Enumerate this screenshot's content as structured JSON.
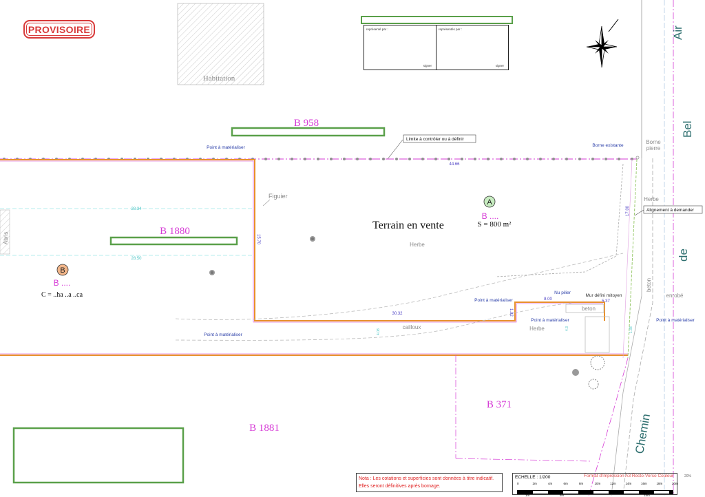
{
  "stamp": {
    "label": "PROVISOIRE"
  },
  "signature": {
    "left_label": "représenté par :",
    "left_sign": "signer",
    "right_label": "représentés par :",
    "right_sign": "signer"
  },
  "parcels": {
    "b958": "B 958",
    "b1880": "B 1880",
    "b1881": "B 1881",
    "b371": "B 371"
  },
  "lot_a": {
    "marker": "A",
    "name": "B ....",
    "title": "Terrain en vente",
    "surface": "S = 800 m²"
  },
  "lot_b": {
    "marker": "B",
    "name": "B ....",
    "surface": "C = ..ha ..a ..ca"
  },
  "labels": {
    "habitation": "Habitation",
    "figuier": "Figuier",
    "herbe_main": "Herbe",
    "herbe_right": "Herbe",
    "herbe_bottom": "Herbe",
    "cailloux": "cailloux",
    "beton_right": "beton",
    "beton_mid": "beton",
    "enrobe": "enrobé",
    "abris": "Abris",
    "borne_pierre": "Borne\npierre",
    "limite": "Limite à contrôler ou à définir",
    "alignement": "Alignement à demander",
    "borne_existante": "Borne existante",
    "point_materialiser": "Point à matérialiser",
    "nu_pilier": "Nu pilier",
    "mur_mitoyen": "Mur défini mitoyen"
  },
  "dimensions": {
    "top": "44.66",
    "left_side": "15.70",
    "bottom": "30.32",
    "step": "1.92",
    "step_top": "8.00",
    "right_side": "17.00",
    "wall": "5.37",
    "b1880_top": "28.34",
    "b1880_bottom": "28.50",
    "small_a": "4.08",
    "small_b": "4.3",
    "small_c": "1.38"
  },
  "road": {
    "words": [
      "Air",
      "Bel",
      "de",
      "Chemin"
    ]
  },
  "nota": {
    "line1": "Nota : Les cotations et superficies sont données à titre indicatif.",
    "line2": "Elles seront définitives après bornage."
  },
  "scale": {
    "title": "ECHELLE : 1/200",
    "ticks": [
      "0",
      "2m",
      "4m",
      "6m",
      "8m",
      "10m",
      "12m",
      "14m",
      "16m",
      "18m",
      "20m"
    ],
    "big": [
      "1m",
      "5m",
      "15m"
    ],
    "format": "Format d'impression A3 Recto-Verso Couleur",
    "version": "20%"
  },
  "colors": {
    "accent_green": "#5aa04a",
    "magenta": "#d63bd6",
    "orange": "#e8902a",
    "stamp_red": "#d83a3a"
  }
}
